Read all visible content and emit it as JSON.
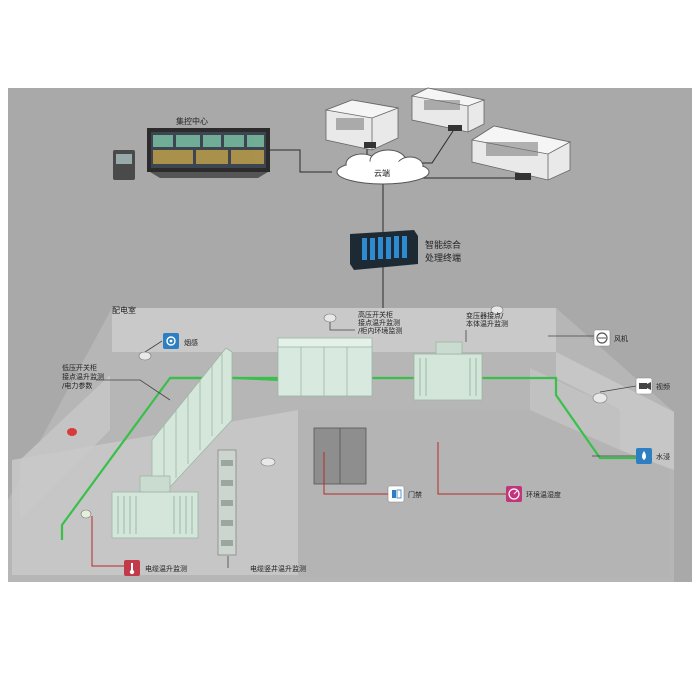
{
  "monitor_center": {
    "label": "集控中心"
  },
  "cloud": {
    "label": "云端"
  },
  "terminal": {
    "line1": "智能综合",
    "line2": "处理终端"
  },
  "room": {
    "label": "配电室"
  },
  "labels": {
    "smoke": "烟感",
    "low_voltage": [
      "低压开关柜",
      "接点温升监测",
      "/电力参数"
    ],
    "high_voltage": [
      "高压开关柜",
      "接点温升监测",
      "/柜内环境监测"
    ],
    "transformer": [
      "变压器接点/",
      "本体温升监测"
    ],
    "fan": "风机",
    "video": "视频",
    "water": "水浸",
    "door": "门禁",
    "env": "环境温湿度",
    "cable": "电缆温升监测",
    "cable_well": "电缆竖井温升监测"
  },
  "colors": {
    "background": "#ffffff",
    "panel": "#a8a8a8",
    "floor": "#b9b9b9",
    "wall": "#cdcdcd",
    "equipment": "#d6e9dd",
    "green_line": "#39c04a",
    "red_line": "#b52a2a",
    "icon_blue": "#2d7fc1",
    "icon_red": "#c23a4a",
    "icon_magenta": "#c2357a"
  }
}
